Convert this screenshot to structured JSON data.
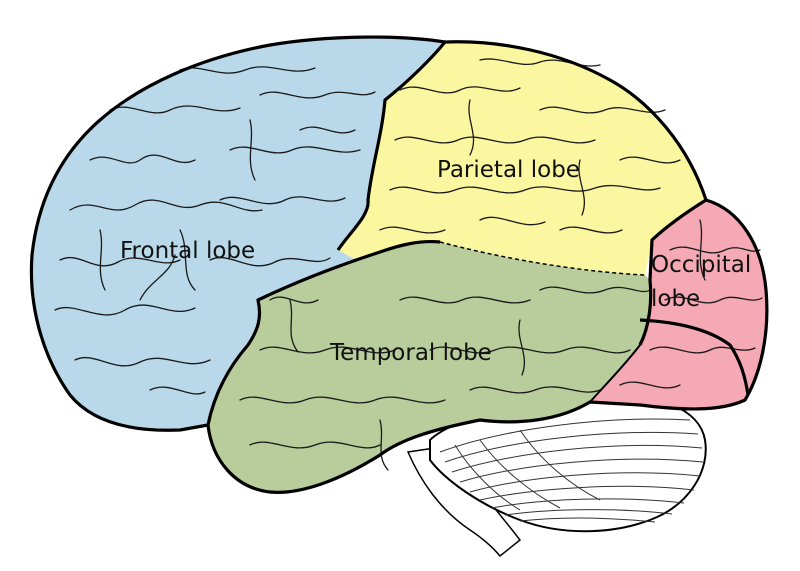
{
  "lobes": {
    "frontal": {
      "label": "Frontal lobe",
      "color": "#b9d9ea"
    },
    "parietal": {
      "label": "Parietal lobe",
      "color": "#fbf7a0"
    },
    "temporal": {
      "label": "Temporal lobe",
      "color": "#b8cd9b"
    },
    "occipital": {
      "label_line1": "Occipital",
      "label_line2": "lobe",
      "color": "#f4a9b5"
    }
  },
  "cerebellum": {
    "color": "#ffffff"
  },
  "outline_color": "#000000"
}
